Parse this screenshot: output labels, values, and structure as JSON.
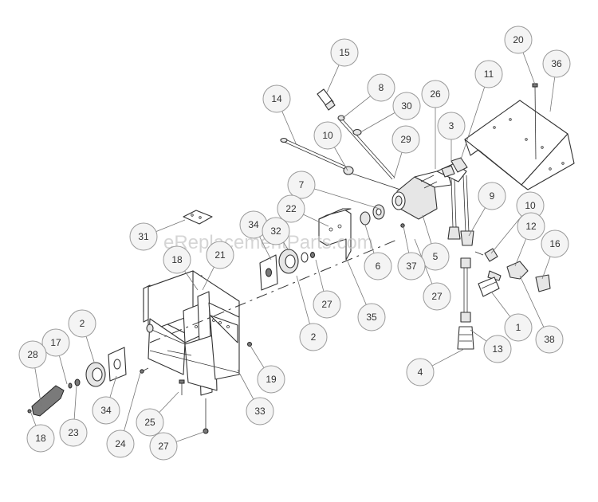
{
  "watermark": "eReplacementParts.com",
  "callouts": [
    {
      "id": "c15",
      "label": "15"
    },
    {
      "id": "c8",
      "label": "8"
    },
    {
      "id": "c14",
      "label": "14"
    },
    {
      "id": "c30",
      "label": "30"
    },
    {
      "id": "c26",
      "label": "26"
    },
    {
      "id": "c11",
      "label": "11"
    },
    {
      "id": "c20",
      "label": "20"
    },
    {
      "id": "c36",
      "label": "36"
    },
    {
      "id": "c10a",
      "label": "10"
    },
    {
      "id": "c3",
      "label": "3"
    },
    {
      "id": "c29",
      "label": "29"
    },
    {
      "id": "c7",
      "label": "7"
    },
    {
      "id": "c9",
      "label": "9"
    },
    {
      "id": "c10b",
      "label": "10"
    },
    {
      "id": "c22",
      "label": "22"
    },
    {
      "id": "c12",
      "label": "12"
    },
    {
      "id": "c34a",
      "label": "34"
    },
    {
      "id": "c16",
      "label": "16"
    },
    {
      "id": "c32",
      "label": "32"
    },
    {
      "id": "c31",
      "label": "31"
    },
    {
      "id": "c5",
      "label": "5"
    },
    {
      "id": "c18a",
      "label": "18"
    },
    {
      "id": "c21",
      "label": "21"
    },
    {
      "id": "c6",
      "label": "6"
    },
    {
      "id": "c37",
      "label": "37"
    },
    {
      "id": "c27a",
      "label": "27"
    },
    {
      "id": "c27b",
      "label": "27"
    },
    {
      "id": "c35",
      "label": "35"
    },
    {
      "id": "c1",
      "label": "1"
    },
    {
      "id": "c38",
      "label": "38"
    },
    {
      "id": "c2a",
      "label": "2"
    },
    {
      "id": "c2b",
      "label": "2"
    },
    {
      "id": "c13",
      "label": "13"
    },
    {
      "id": "c17",
      "label": "17"
    },
    {
      "id": "c28",
      "label": "28"
    },
    {
      "id": "c19",
      "label": "19"
    },
    {
      "id": "c4",
      "label": "4"
    },
    {
      "id": "c34b",
      "label": "34"
    },
    {
      "id": "c33",
      "label": "33"
    },
    {
      "id": "c23",
      "label": "23"
    },
    {
      "id": "c25",
      "label": "25"
    },
    {
      "id": "c18b",
      "label": "18"
    },
    {
      "id": "c24",
      "label": "24"
    },
    {
      "id": "c27c",
      "label": "27"
    }
  ]
}
